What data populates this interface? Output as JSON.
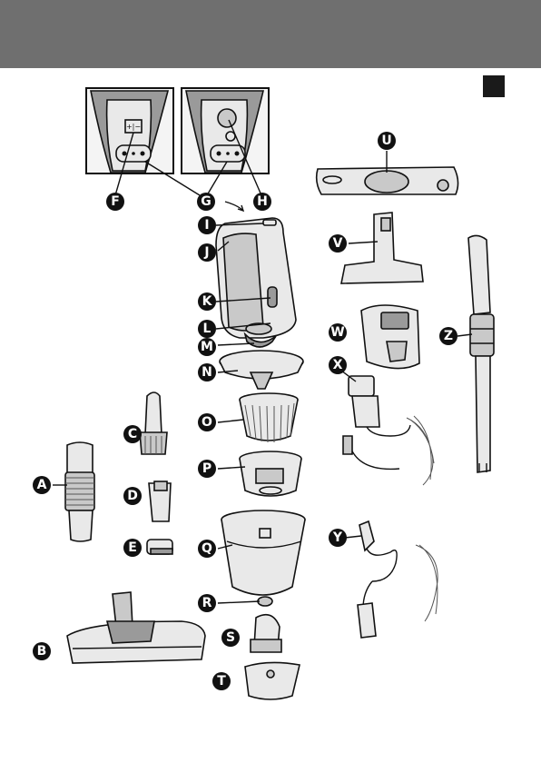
{
  "page": {
    "header_color": "#6f6f6f",
    "marker_color": "#1a1a1a"
  },
  "callouts": {
    "A": "A",
    "B": "B",
    "C": "C",
    "D": "D",
    "E": "E",
    "F": "F",
    "G": "G",
    "H": "H",
    "I": "I",
    "J": "J",
    "K": "K",
    "L": "L",
    "M": "M",
    "N": "N",
    "O": "O",
    "P": "P",
    "Q": "Q",
    "R": "R",
    "S": "S",
    "T": "T",
    "U": "U",
    "V": "V",
    "W": "W",
    "X": "X",
    "Y": "Y",
    "Z": "Z"
  },
  "details": {
    "charge_icon_label": "+|−"
  }
}
